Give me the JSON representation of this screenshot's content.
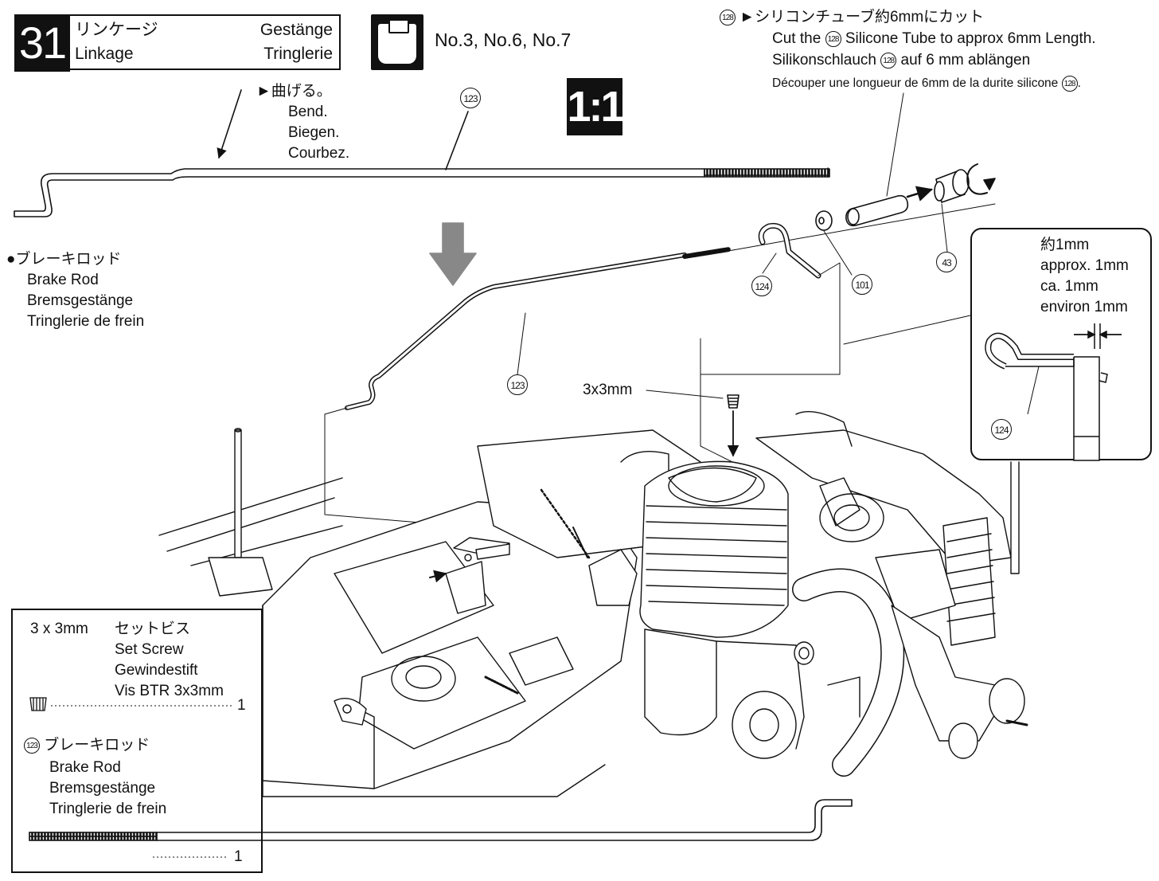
{
  "step": {
    "number": "31",
    "title_ja": "リンケージ",
    "title_en": "Linkage",
    "title_de": "Gestänge",
    "title_fr": "Tringlerie",
    "bag_label": "No.3, No.6, No.7",
    "scale": "1:1"
  },
  "bend_note": {
    "ja": "►曲げる。",
    "en": "Bend.",
    "de": "Biegen.",
    "fr": "Courbez."
  },
  "brake_rod_label": {
    "ja": "●ブレーキロッド",
    "en": "Brake Rod",
    "de": "Bremsgestänge",
    "fr": "Tringlerie de frein"
  },
  "silicone_note": {
    "prefix": "►シリコンチューブ約6mmにカット",
    "part": "128",
    "en_a": "Cut the",
    "en_b": "Silicone Tube to approx 6mm Length.",
    "de_a": "Silikonschlauch",
    "de_b": "auf 6 mm ablängen",
    "fr": "Découper une longueur de 6mm de la durite silicone"
  },
  "callouts": {
    "rod_top": "123",
    "rod_mid": "123",
    "part_124": "124",
    "part_101": "101",
    "part_43": "43",
    "screw_label": "3x3mm"
  },
  "detail": {
    "ja": "約1mm",
    "en": "approx. 1mm",
    "de": "ca. 1mm",
    "fr": "environ 1mm",
    "part": "124"
  },
  "parts_list": {
    "screw_size": "3 x 3mm",
    "screw_ja": "セットビス",
    "screw_en": "Set Screw",
    "screw_de": "Gewindestift",
    "screw_fr": "Vis BTR 3x3mm",
    "screw_qty": "1",
    "rod_part": "123",
    "rod_ja": "ブレーキロッド",
    "rod_en": "Brake Rod",
    "rod_de": "Bremsgestänge",
    "rod_fr": "Tringlerie de frein",
    "rod_qty": "1"
  }
}
